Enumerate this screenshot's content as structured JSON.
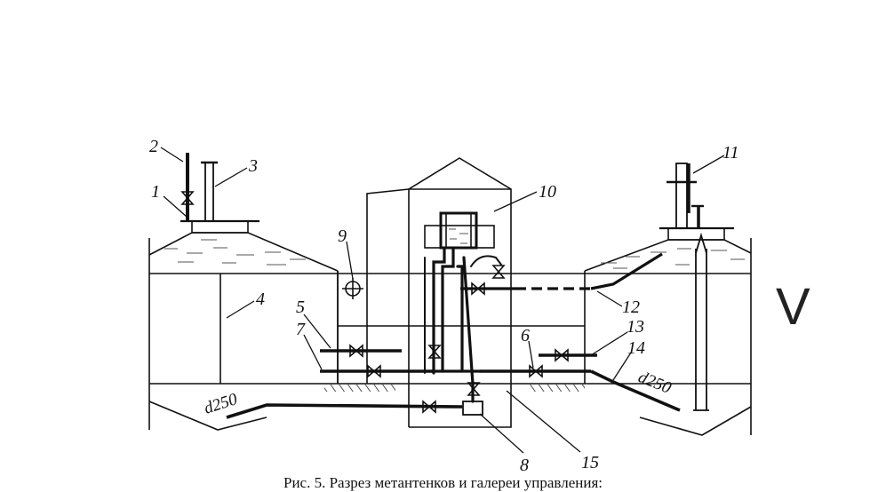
{
  "figure": {
    "caption": "Рис. 5. Разрез метантенков и галереи управления:",
    "margin_mark": "V",
    "callouts": [
      {
        "id": "1",
        "text": "1"
      },
      {
        "id": "2",
        "text": "2"
      },
      {
        "id": "3",
        "text": "3"
      },
      {
        "id": "4",
        "text": "4"
      },
      {
        "id": "5",
        "text": "5"
      },
      {
        "id": "6",
        "text": "6"
      },
      {
        "id": "7",
        "text": "7"
      },
      {
        "id": "8",
        "text": "8"
      },
      {
        "id": "9",
        "text": "9"
      },
      {
        "id": "10",
        "text": "10"
      },
      {
        "id": "11",
        "text": "11"
      },
      {
        "id": "12",
        "text": "12"
      },
      {
        "id": "13",
        "text": "13"
      },
      {
        "id": "14",
        "text": "14"
      },
      {
        "id": "15",
        "text": "15"
      }
    ],
    "dimensions": {
      "left_pipe": "d250",
      "right_pipe": "d250"
    }
  }
}
